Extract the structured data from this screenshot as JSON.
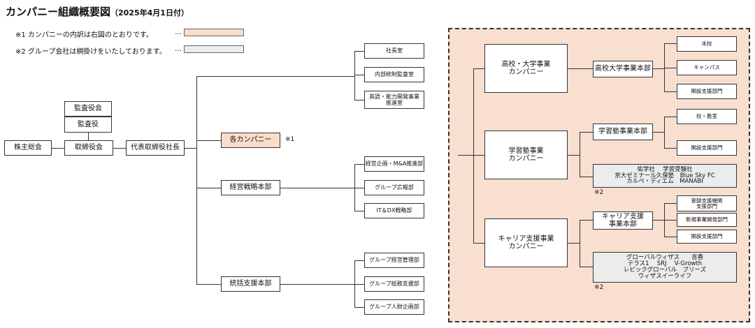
{
  "title": "カンパニー組織概要図",
  "title_date": "（2025年4月1日付）",
  "notes": [
    {
      "text": "※1 カンパニーの内訳は右図のとおりです。",
      "dots": "…",
      "swatch_color": "#f9dcc9"
    },
    {
      "text": "※2 グループ会社は網掛けをいたしております。",
      "dots": "…",
      "swatch_color": "#ececec"
    }
  ],
  "left": {
    "shareholders": "株主総会",
    "board": "取締役会",
    "ceo": "代表取締役社長",
    "auditors": [
      "監査役会",
      "監査役"
    ],
    "companies": "各カンパニー",
    "companies_mark": "※1",
    "hq_direct": [
      "社長室",
      "内部統制監査室",
      "英語・能力開発事業\n推進室"
    ],
    "strategy": {
      "name": "経営戦略本部",
      "children": [
        "経営企画・M&A推進部",
        "グループ広報部",
        "IT＆DX戦略部"
      ]
    },
    "support": {
      "name": "統括支援本部",
      "children": [
        "グループ経営管理部",
        "グループ総務支援部",
        "グループ人財企画部"
      ]
    }
  },
  "right": {
    "highschool": {
      "company": "高校・大学事業\nカンパニー",
      "hq": "高校大学事業本部",
      "children": [
        "本校",
        "キャンパス",
        "開設支援部門"
      ]
    },
    "juku": {
      "company": "学習塾事業\nカンパニー",
      "hq": "学習塾事業本部",
      "children": [
        "校・教室",
        "開設支援部門"
      ],
      "group": "佑学社　 学習受験社\n京大ゼミナール久保塾　Blue Sky FC\nカルペ・ディエム　MANABI",
      "group_mark": "※2"
    },
    "career": {
      "company": "キャリア支援事業\nカンパニー",
      "hq": "キャリア支援\n事業本部",
      "children": [
        "登録支援機関\n支援部門",
        "新規事業開発部門",
        "開設支援部門"
      ],
      "group": "グローバルウィザス　　吉香\nテラス1　 SRJ　 V-Growth\nレピックグローバル　ブリーズ\nウィザスイーライフ",
      "group_mark": "※2"
    }
  }
}
